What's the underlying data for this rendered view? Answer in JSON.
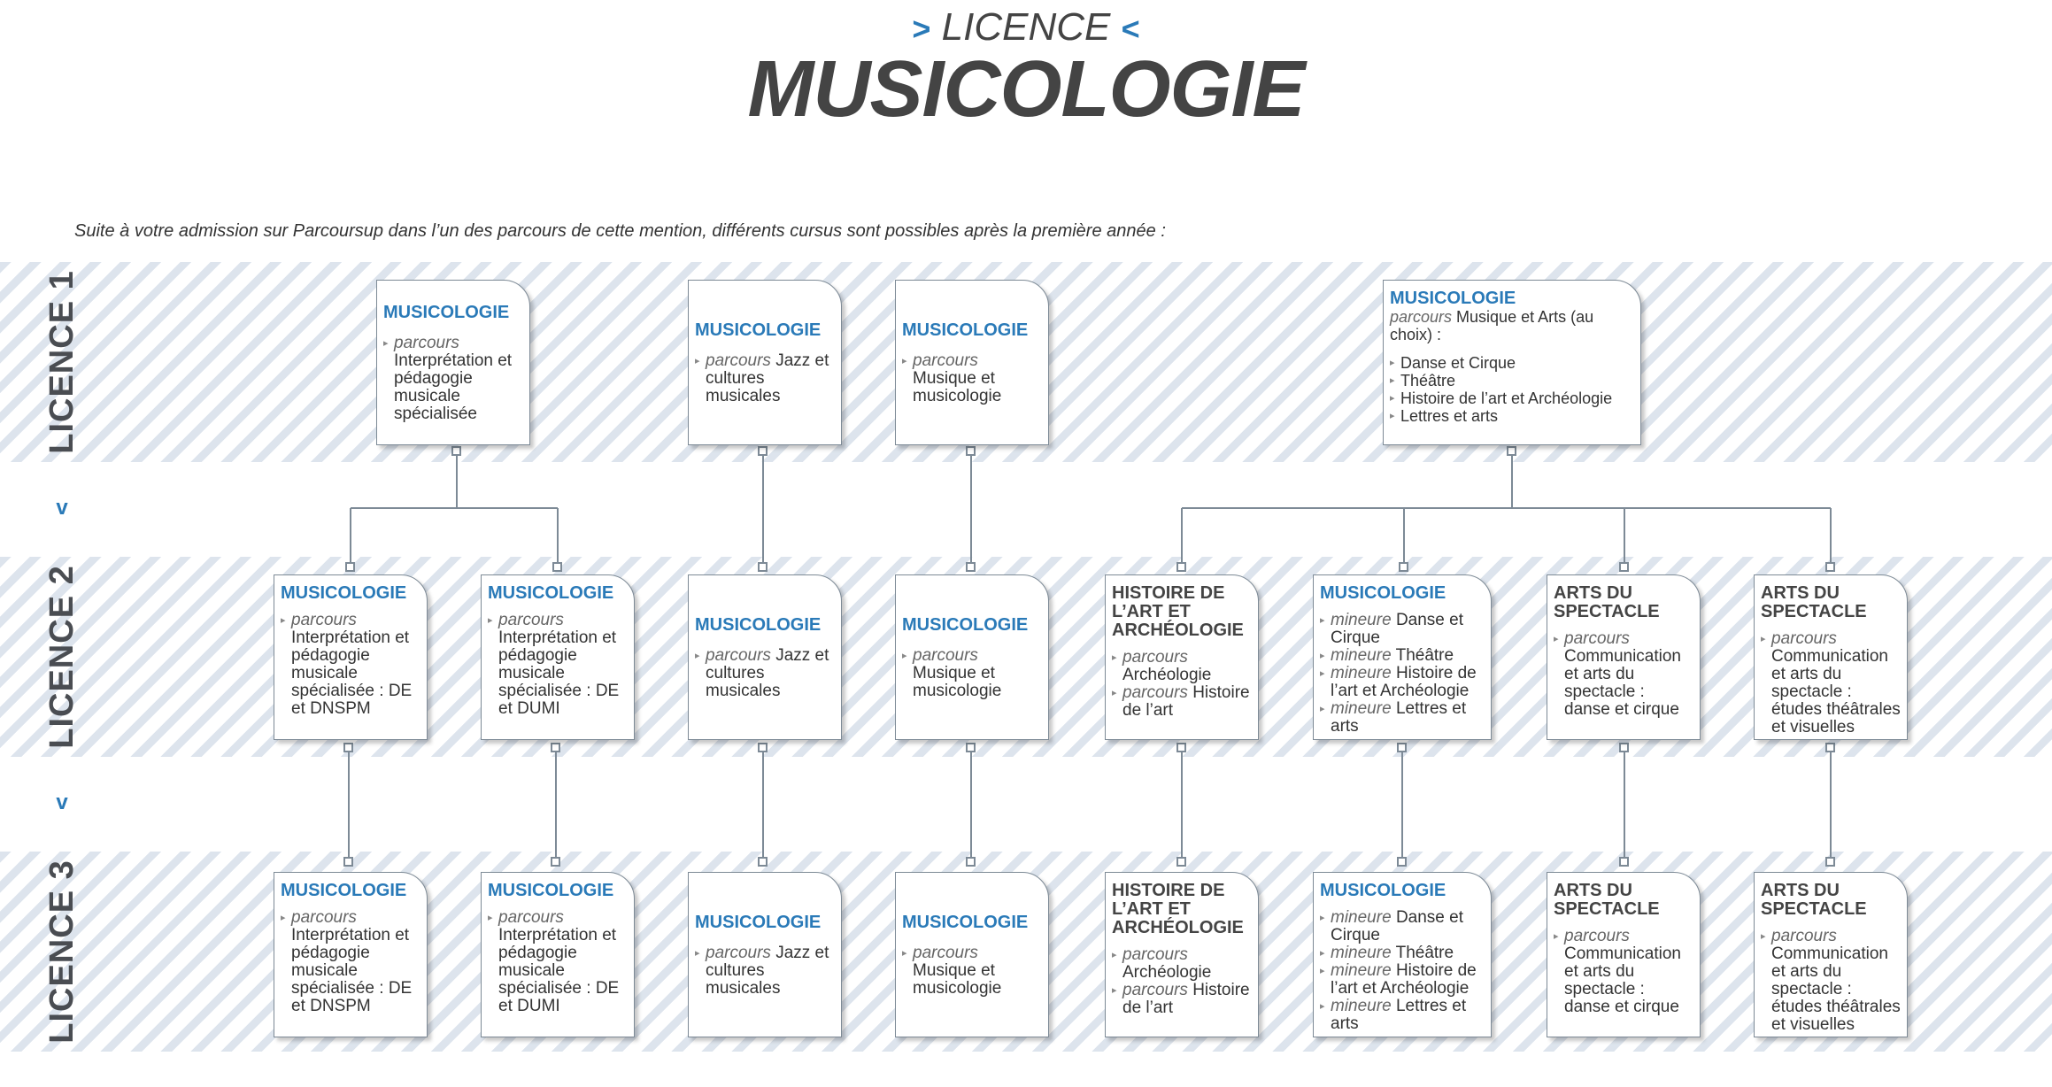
{
  "header": {
    "arrow_left": ">",
    "licence": "LICENCE",
    "arrow_right": "<",
    "title": "MUSICOLOGIE"
  },
  "intro": "Suite à votre admission sur Parcoursup dans l’un des parcours de cette mention, différents cursus sont possibles après la première année :",
  "years": [
    "LICENCE 1",
    "LICENCE 2",
    "LICENCE 3"
  ],
  "arrow_down": "v",
  "colors": {
    "accent": "#2a7ab8",
    "text": "#333333",
    "title": "#444444",
    "line": "#7d8a96"
  },
  "licence1": [
    {
      "title": "MUSICOLOGIE",
      "items": [
        {
          "lead": "parcours",
          "text": "Interprétation et pédagogie musicale spécialisée"
        }
      ]
    },
    {
      "title": "MUSICOLOGIE",
      "items": [
        {
          "lead": "parcours",
          "text": "Jazz et cultures musicales"
        }
      ]
    },
    {
      "title": "MUSICOLOGIE",
      "items": [
        {
          "lead": "parcours",
          "text": "Musique et musicologie"
        }
      ]
    },
    {
      "title": "MUSICOLOGIE",
      "sub_lead": "parcours",
      "sub_text": "Musique et Arts (au choix) :",
      "items": [
        {
          "lead": "",
          "text": "Danse et Cirque"
        },
        {
          "lead": "",
          "text": "Théâtre"
        },
        {
          "lead": "",
          "text": "Histoire de l’art et Archéologie"
        },
        {
          "lead": "",
          "text": "Lettres et arts"
        }
      ]
    }
  ],
  "licence2": [
    {
      "title": "MUSICOLOGIE",
      "items": [
        {
          "lead": "parcours",
          "text": "Interprétation et pédagogie musicale spécialisée : DE et DNSPM"
        }
      ]
    },
    {
      "title": "MUSICOLOGIE",
      "items": [
        {
          "lead": "parcours",
          "text": "Interprétation et pédagogie musicale spécialisée : DE et DUMI"
        }
      ]
    },
    {
      "title": "MUSICOLOGIE",
      "items": [
        {
          "lead": "parcours",
          "text": "Jazz et cultures musicales"
        }
      ]
    },
    {
      "title": "MUSICOLOGIE",
      "items": [
        {
          "lead": "parcours",
          "text": "Musique et musicologie"
        }
      ]
    },
    {
      "title": "HISTOIRE DE L’ART ET ARCHÉOLOGIE",
      "items": [
        {
          "lead": "parcours",
          "text": "Archéologie"
        },
        {
          "lead": "parcours",
          "text": "Histoire de l’art"
        }
      ]
    },
    {
      "title": "MUSICOLOGIE",
      "items": [
        {
          "lead": "mineure",
          "text": "Danse et Cirque"
        },
        {
          "lead": "mineure",
          "text": "Théâtre"
        },
        {
          "lead": "mineure",
          "text": "Histoire de l’art et Archéologie"
        },
        {
          "lead": "mineure",
          "text": "Lettres et arts"
        }
      ]
    },
    {
      "title": "ARTS DU SPECTACLE",
      "items": [
        {
          "lead": "parcours",
          "text": "Communication et arts du spectacle : danse et cirque"
        }
      ]
    },
    {
      "title": "ARTS DU SPECTACLE",
      "items": [
        {
          "lead": "parcours",
          "text": "Communication et arts du spectacle : études théâtrales et visuelles"
        }
      ]
    }
  ],
  "licence3": [
    {
      "title": "MUSICOLOGIE",
      "items": [
        {
          "lead": "parcours",
          "text": "Interprétation et pédagogie musicale spécialisée : DE et DNSPM"
        }
      ]
    },
    {
      "title": "MUSICOLOGIE",
      "items": [
        {
          "lead": "parcours",
          "text": "Interprétation et pédagogie musicale spécialisée : DE et DUMI"
        }
      ]
    },
    {
      "title": "MUSICOLOGIE",
      "items": [
        {
          "lead": "parcours",
          "text": "Jazz et cultures musicales"
        }
      ]
    },
    {
      "title": "MUSICOLOGIE",
      "items": [
        {
          "lead": "parcours",
          "text": "Musique et musicologie"
        }
      ]
    },
    {
      "title": "HISTOIRE DE L’ART ET ARCHÉOLOGIE",
      "items": [
        {
          "lead": "parcours",
          "text": "Archéologie"
        },
        {
          "lead": "parcours",
          "text": "Histoire de l’art"
        }
      ]
    },
    {
      "title": "MUSICOLOGIE",
      "items": [
        {
          "lead": "mineure",
          "text": "Danse et Cirque"
        },
        {
          "lead": "mineure",
          "text": "Théâtre"
        },
        {
          "lead": "mineure",
          "text": "Histoire de l’art et Archéologie"
        },
        {
          "lead": "mineure",
          "text": "Lettres et arts"
        }
      ]
    },
    {
      "title": "ARTS DU SPECTACLE",
      "items": [
        {
          "lead": "parcours",
          "text": "Communication et arts du spectacle : danse et cirque"
        }
      ]
    },
    {
      "title": "ARTS DU SPECTACLE",
      "items": [
        {
          "lead": "parcours",
          "text": "Communication et arts du spectacle : études théâtrales et visuelles"
        }
      ]
    }
  ]
}
